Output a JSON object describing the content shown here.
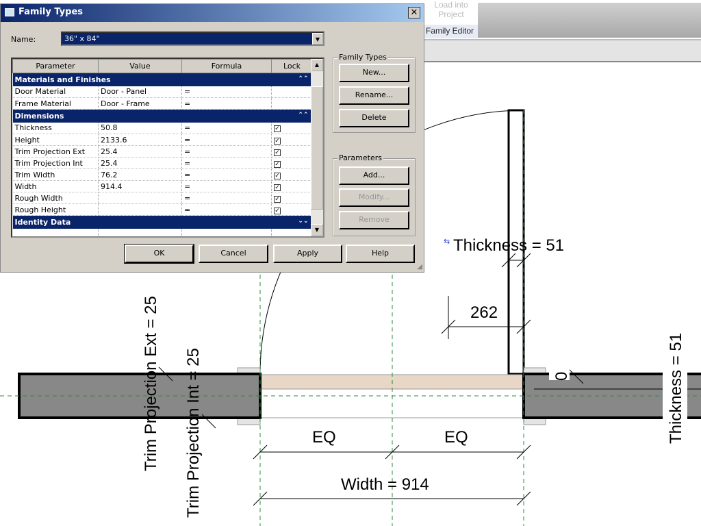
{
  "ribbon": {
    "faded_button": "Load into Project",
    "tab": "Family Editor"
  },
  "dialog": {
    "title": "Family Types",
    "name_label": "Name:",
    "name_value": "36\" x 84\"",
    "columns": [
      "Parameter",
      "Value",
      "Formula",
      "Lock"
    ],
    "groups": [
      {
        "label": "Materials and Finishes",
        "collapsed": false,
        "rows": [
          {
            "parameter": "Door Material",
            "value": "Door - Panel",
            "formula": "=",
            "lock": null
          },
          {
            "parameter": "Frame Material",
            "value": "Door - Frame",
            "formula": "=",
            "lock": null
          }
        ]
      },
      {
        "label": "Dimensions",
        "collapsed": false,
        "rows": [
          {
            "parameter": "Thickness",
            "value": "50.8",
            "formula": "=",
            "lock": true
          },
          {
            "parameter": "Height",
            "value": "2133.6",
            "formula": "=",
            "lock": true
          },
          {
            "parameter": "Trim Projection Ext",
            "value": "25.4",
            "formula": "=",
            "lock": true
          },
          {
            "parameter": "Trim Projection Int",
            "value": "25.4",
            "formula": "=",
            "lock": true
          },
          {
            "parameter": "Trim Width",
            "value": "76.2",
            "formula": "=",
            "lock": true
          },
          {
            "parameter": "Width",
            "value": "914.4",
            "formula": "=",
            "lock": true
          },
          {
            "parameter": "Rough Width",
            "value": "",
            "formula": "=",
            "lock": true
          },
          {
            "parameter": "Rough Height",
            "value": "",
            "formula": "=",
            "lock": true
          }
        ]
      },
      {
        "label": "Identity Data",
        "collapsed": true,
        "rows": []
      }
    ],
    "family_types_group": "Family Types",
    "new_button": "New...",
    "rename_button": "Rename...",
    "delete_button": "Delete",
    "parameters_group": "Parameters",
    "add_button": "Add...",
    "modify_button": "Modify...",
    "remove_button": "Remove",
    "ok_button": "OK",
    "cancel_button": "Cancel",
    "apply_button": "Apply",
    "help_button": "Help"
  },
  "drawing": {
    "thickness_top": "Thickness = 51",
    "dim_262": "262",
    "dim_zero": "0",
    "thickness_right": "Thickness = 51",
    "eq_left": "EQ",
    "eq_right": "EQ",
    "width_dim": "Width = 914",
    "trim_ext": "Trim Projection Ext = 25",
    "trim_int": "Trim Projection Int = 25",
    "colors": {
      "wall": "#888888",
      "door_panel": "#e8d6c6",
      "ref_plane": "#2e8b3a",
      "dialog_title": "#0a246a"
    }
  }
}
